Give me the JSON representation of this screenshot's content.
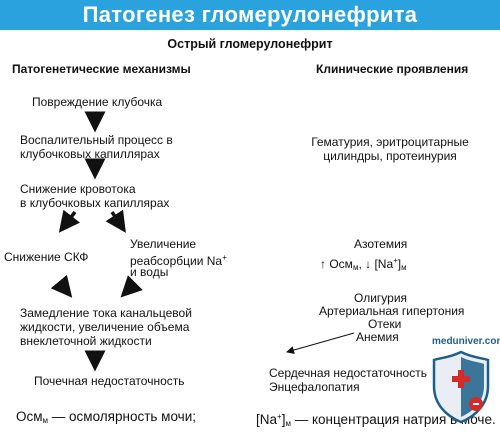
{
  "banner": {
    "title": "Патогенез гломерулонефрита",
    "background": "#2aa2dd",
    "text_color": "#ffffff"
  },
  "subtitle": "Острый гломерулонефрит",
  "headers": {
    "left": "Патогенетические механизмы",
    "right": "Клинические проявления"
  },
  "mechanisms": {
    "damage": "Повреждение клубочка",
    "inflammation_1": "Воспалительный процесс в",
    "inflammation_2": "клубочковых капиллярах",
    "bloodflow_1": "Снижение кровотока",
    "bloodflow_2": "в клубочковых капиллярах",
    "gfr": "Снижение СКФ",
    "reabsorption_1": "Увеличение",
    "reabsorption_2_pre": "реабсорбции Na",
    "reabsorption_sup": "+",
    "reabsorption_3": "и воды",
    "slowdown_1": "Замедление тока канальцевой",
    "slowdown_2": "жидкости, увеличение объема",
    "slowdown_3": "внеклеточной жидкости",
    "failure": "Почечная недостаточность"
  },
  "manifestations": {
    "hematuria_1": "Гематурия, эритроцитарные",
    "hematuria_2": "цилиндры, протеинурия",
    "azotemia": "Азотемия",
    "osm_up_arrow": "↑",
    "osm_label": "Осм",
    "osm_sub": "м",
    "osm_sep": ", ↓ [Na",
    "osm_na_sup": "+",
    "osm_na_close": "]",
    "osm_na_sub": "м",
    "oliguria": "Олигурия",
    "hypertension": "Артериальная гипертония",
    "edema": "Отеки",
    "anemia": "Анемия",
    "heart_failure": "Сердечная недостаточность",
    "encephalopathy": "Энцефалопатия"
  },
  "footer": {
    "osm_label": "Осм",
    "osm_sub": "м",
    "osm_def": " — осмолярность мочи;",
    "na_open": "[Na",
    "na_sup": "+",
    "na_close": "]",
    "na_sub": "м",
    "na_def": " — концентрация натрия в моче."
  },
  "watermark": {
    "text": "meduniver.com",
    "icon": "medical-shield-logo-icon",
    "colors": [
      "#1d5f8a",
      "#d42a2a"
    ]
  }
}
